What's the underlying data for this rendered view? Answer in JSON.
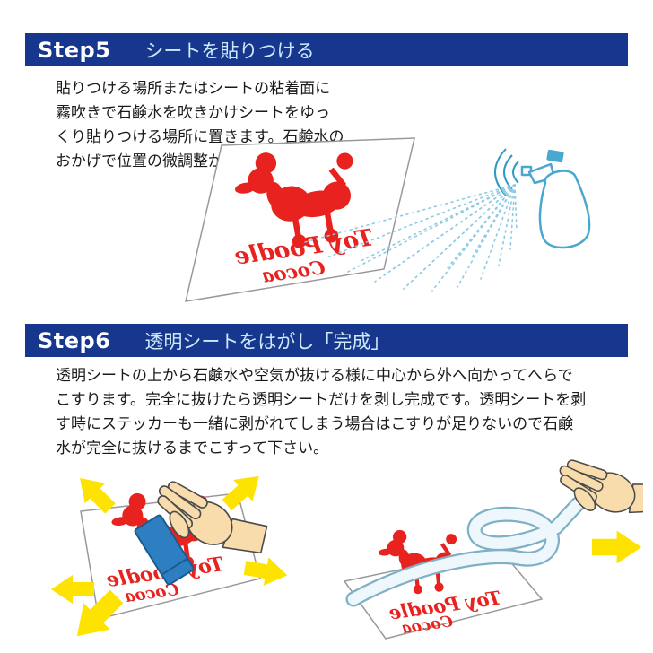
{
  "steps": {
    "step5": {
      "label": "Step5",
      "title": "シートを貼りつける",
      "body": "貼りつける場所またはシートの粘着面に\n霧吹きで石鹸水を吹きかけシートをゆっ\nくり貼りつける場所に置きます。石鹸水の\nおかげで位置の微調整が可能です。"
    },
    "step6": {
      "label": "Step6",
      "title": "透明シートをはがし「完成」",
      "body": "透明シートの上から石鹸水や空気が抜ける様に中心から外へ向かってへらで\nこすります。完全に抜けたら透明シートだけを剥し完成です。透明シートを剥\nす時にステッカーも一緒に剥がれてしまう場合はこすりが足りないので石鹸\n水が完全に抜けるまでこすって下さい。"
    }
  },
  "sticker": {
    "line1": "Toy Poodle",
    "line2": "Cocoa"
  },
  "colors": {
    "step_bar_blue": "#17368d",
    "step_label_white": "#ffffff",
    "step_title_lightblue": "#cfe9f8",
    "body_text": "#1a1a1a",
    "sticker_red": "#e8231f",
    "spray_blue": "#49a8cf",
    "mist_blue": "#8ecbe3",
    "arrow_yellow": "#ffe300",
    "squeegee_blue": "#2e7fc2",
    "hand_skin": "#f9dcab",
    "sheet_outline": "#999999"
  }
}
